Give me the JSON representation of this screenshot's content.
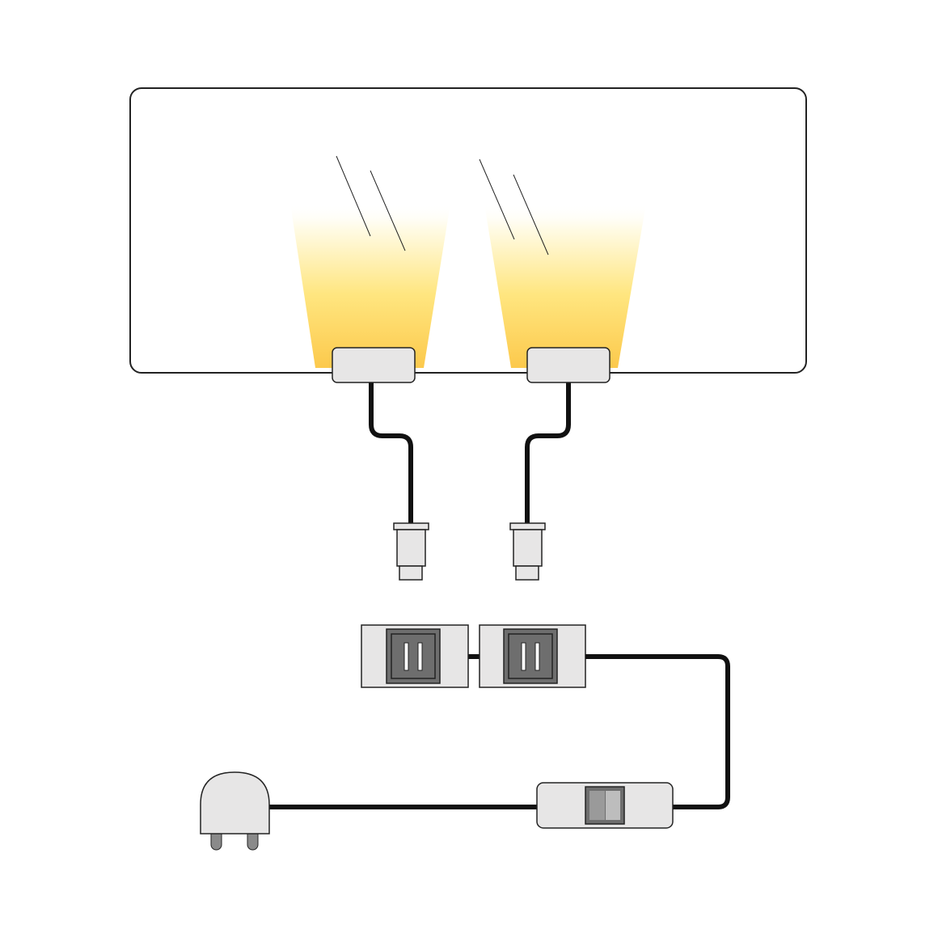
{
  "colors": {
    "background": "#ffffff",
    "outline": "#222222",
    "cable": "#111111",
    "device_fill": "#e7e6e6",
    "socket_fill": "#6e6e6e",
    "socket_frame": "#555555",
    "light_warm": "#fcc94c",
    "light_mid": "#ffe680",
    "light_fade": "#ffffff",
    "plug_pin": "#8a8a8a",
    "switch_left": "#9a9a9a",
    "switch_right": "#bdbdbd"
  },
  "icons": {
    "panel": "glass-shelf-icon",
    "light": "led-spotlight-icon",
    "connector": "cable-plug-icon",
    "socket": "power-outlet-icon",
    "switch": "inline-switch-icon",
    "mains": "wall-plug-icon"
  },
  "components": {
    "lights": [
      {
        "id": "light-1",
        "cable": "cable-1",
        "connector": "connector-1"
      },
      {
        "id": "light-2",
        "cable": "cable-2",
        "connector": "connector-2"
      }
    ],
    "distributor_sockets": 2,
    "has_inline_switch": true,
    "has_mains_plug": true
  }
}
